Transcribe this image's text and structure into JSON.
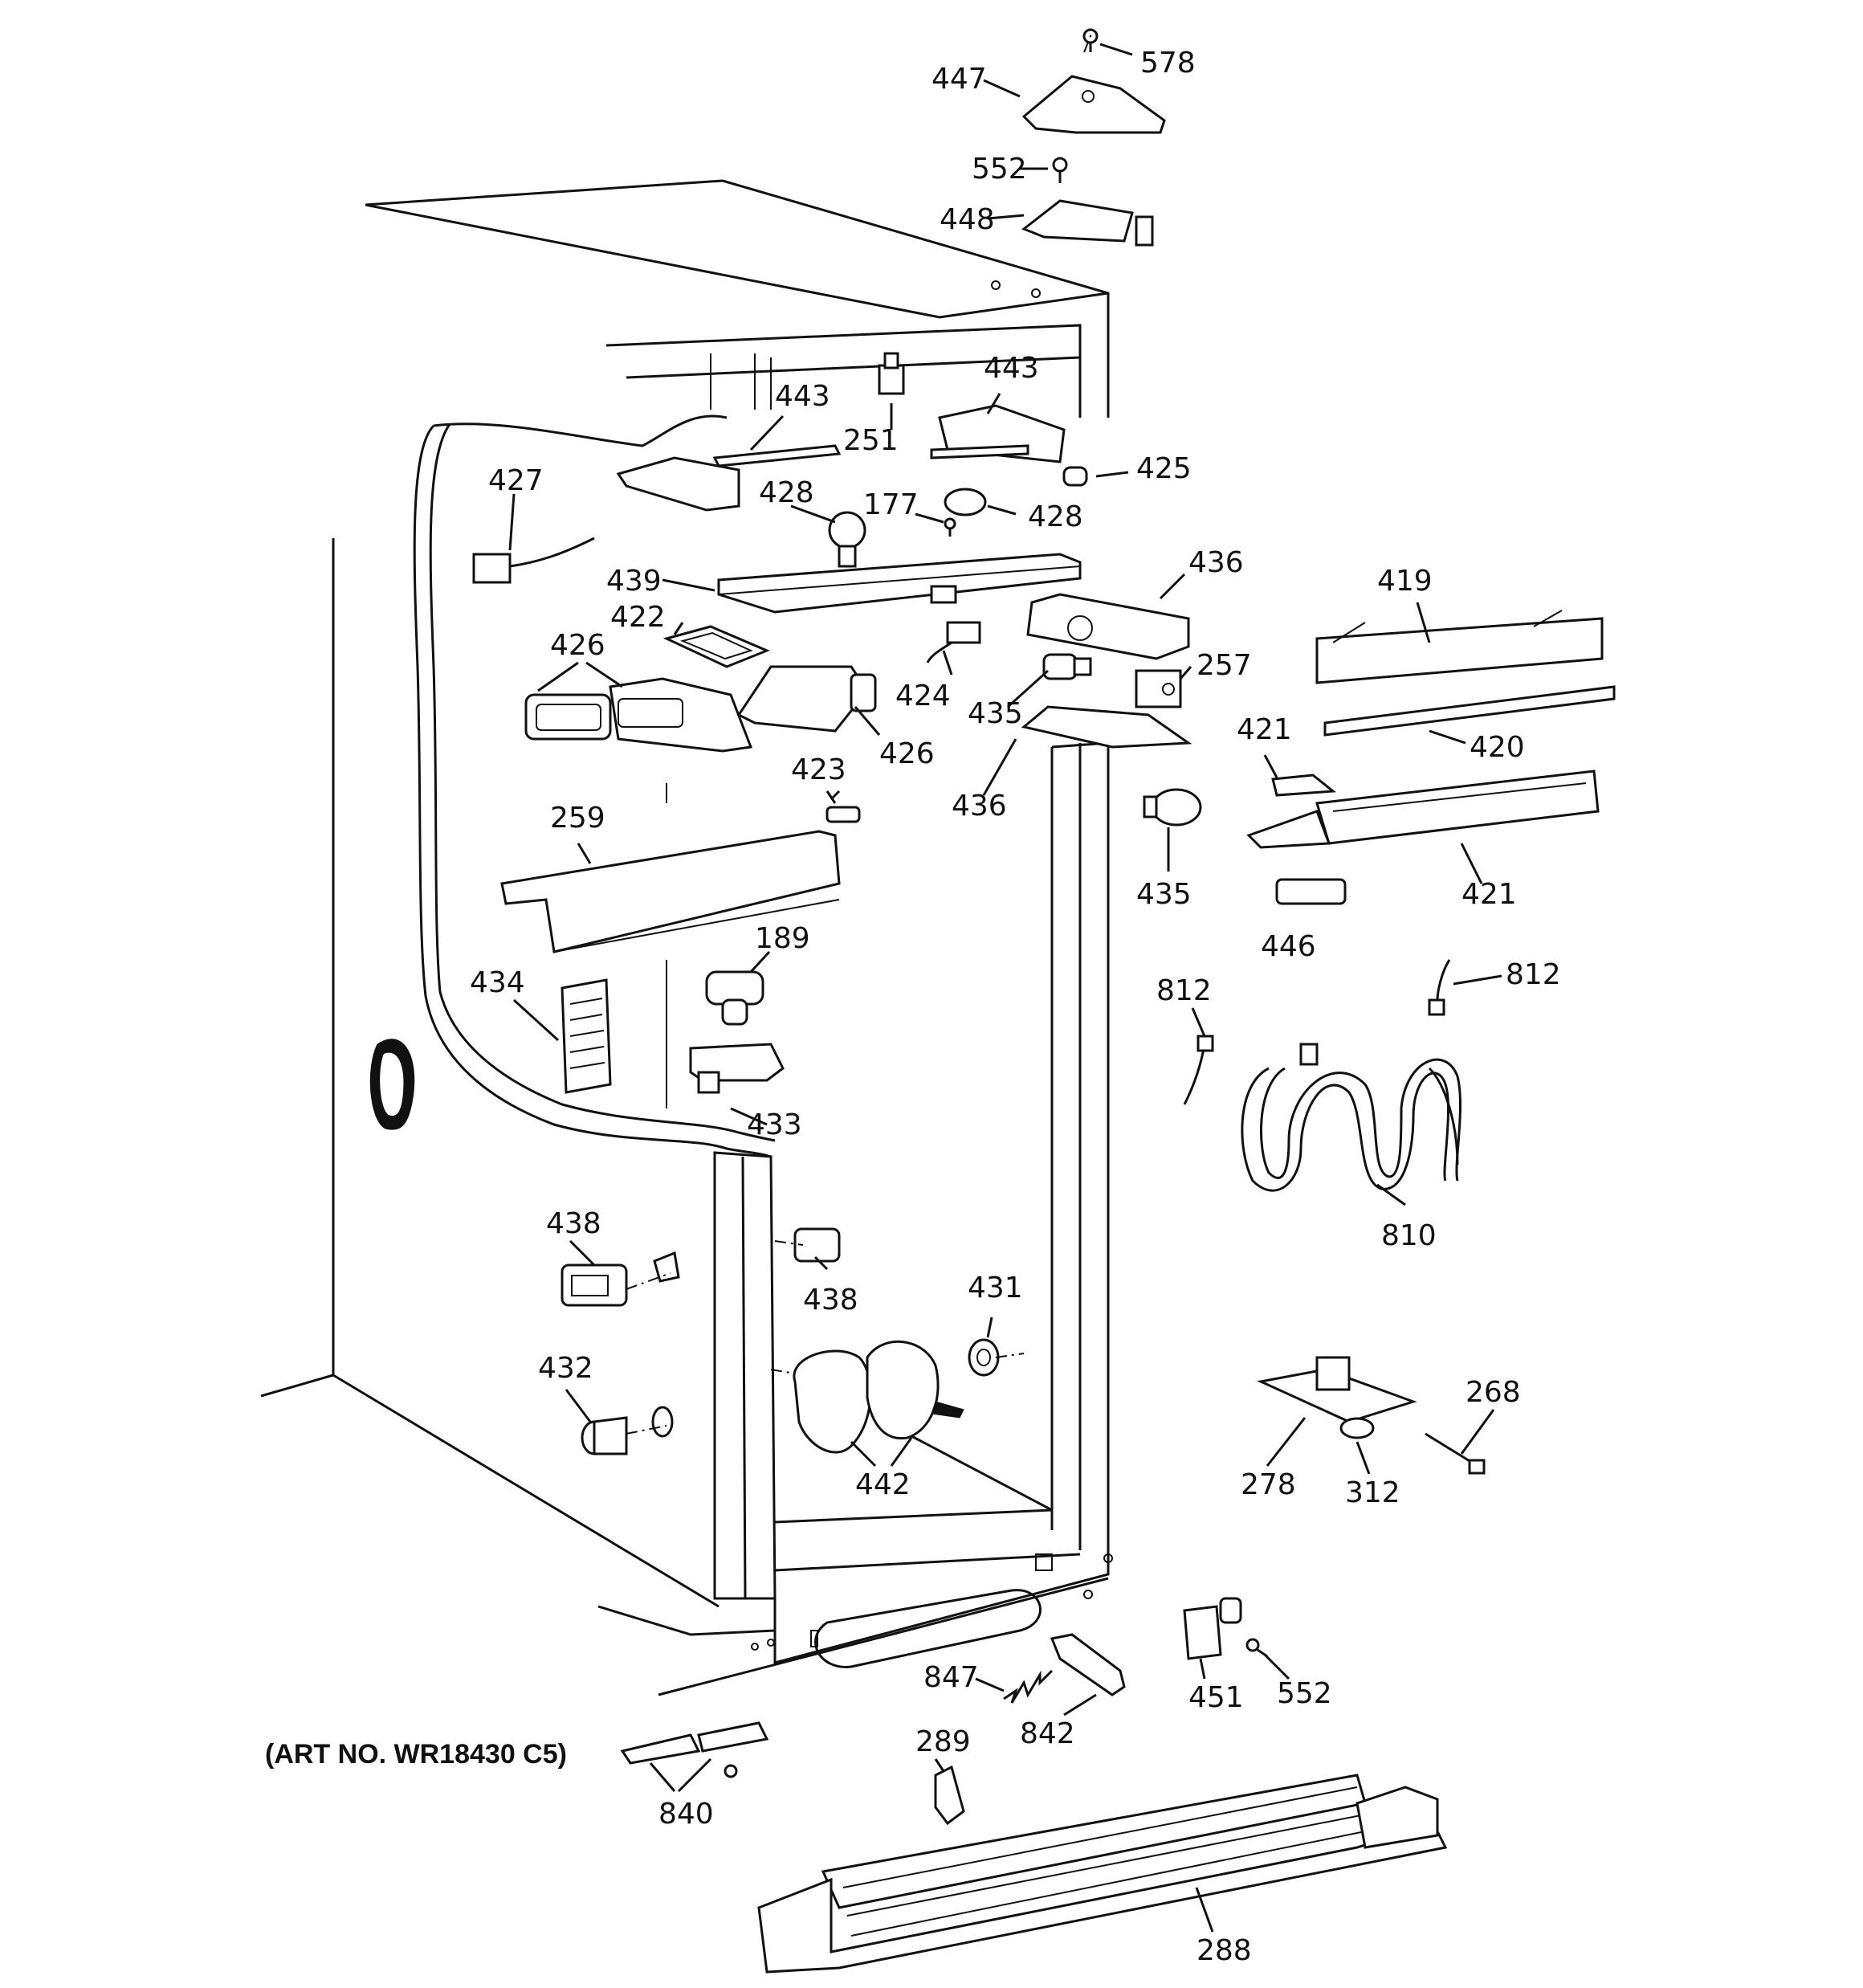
{
  "diagram": {
    "art_number": "(ART NO. WR18430 C5)",
    "labels": {
      "p578": "578",
      "p447": "447",
      "p552_top": "552",
      "p448": "448",
      "p443_left": "443",
      "p251": "251",
      "p443_right": "443",
      "p425": "425",
      "p427": "427",
      "p428_left": "428",
      "p177": "177",
      "p428_right": "428",
      "p439": "439",
      "p436_top": "436",
      "p422": "422",
      "p426_left": "426",
      "p424": "424",
      "p435_mid": "435",
      "p426_right": "426",
      "p257": "257",
      "p419": "419",
      "p421_top": "421",
      "p420": "420",
      "p423": "423",
      "p436_bottom": "436",
      "p259": "259",
      "p435_bulb": "435",
      "p421_bottom": "421",
      "p446": "446",
      "p189": "189",
      "p434": "434",
      "p812_left": "812",
      "p812_right": "812",
      "p433": "433",
      "p810": "810",
      "p438_left": "438",
      "p438_right": "438",
      "p431": "431",
      "p268": "268",
      "p432": "432",
      "p442": "442",
      "p278": "278",
      "p312": "312",
      "p847": "847",
      "p451": "451",
      "p552_bottom": "552",
      "p842": "842",
      "p289": "289",
      "p840": "840",
      "p288": "288"
    }
  }
}
